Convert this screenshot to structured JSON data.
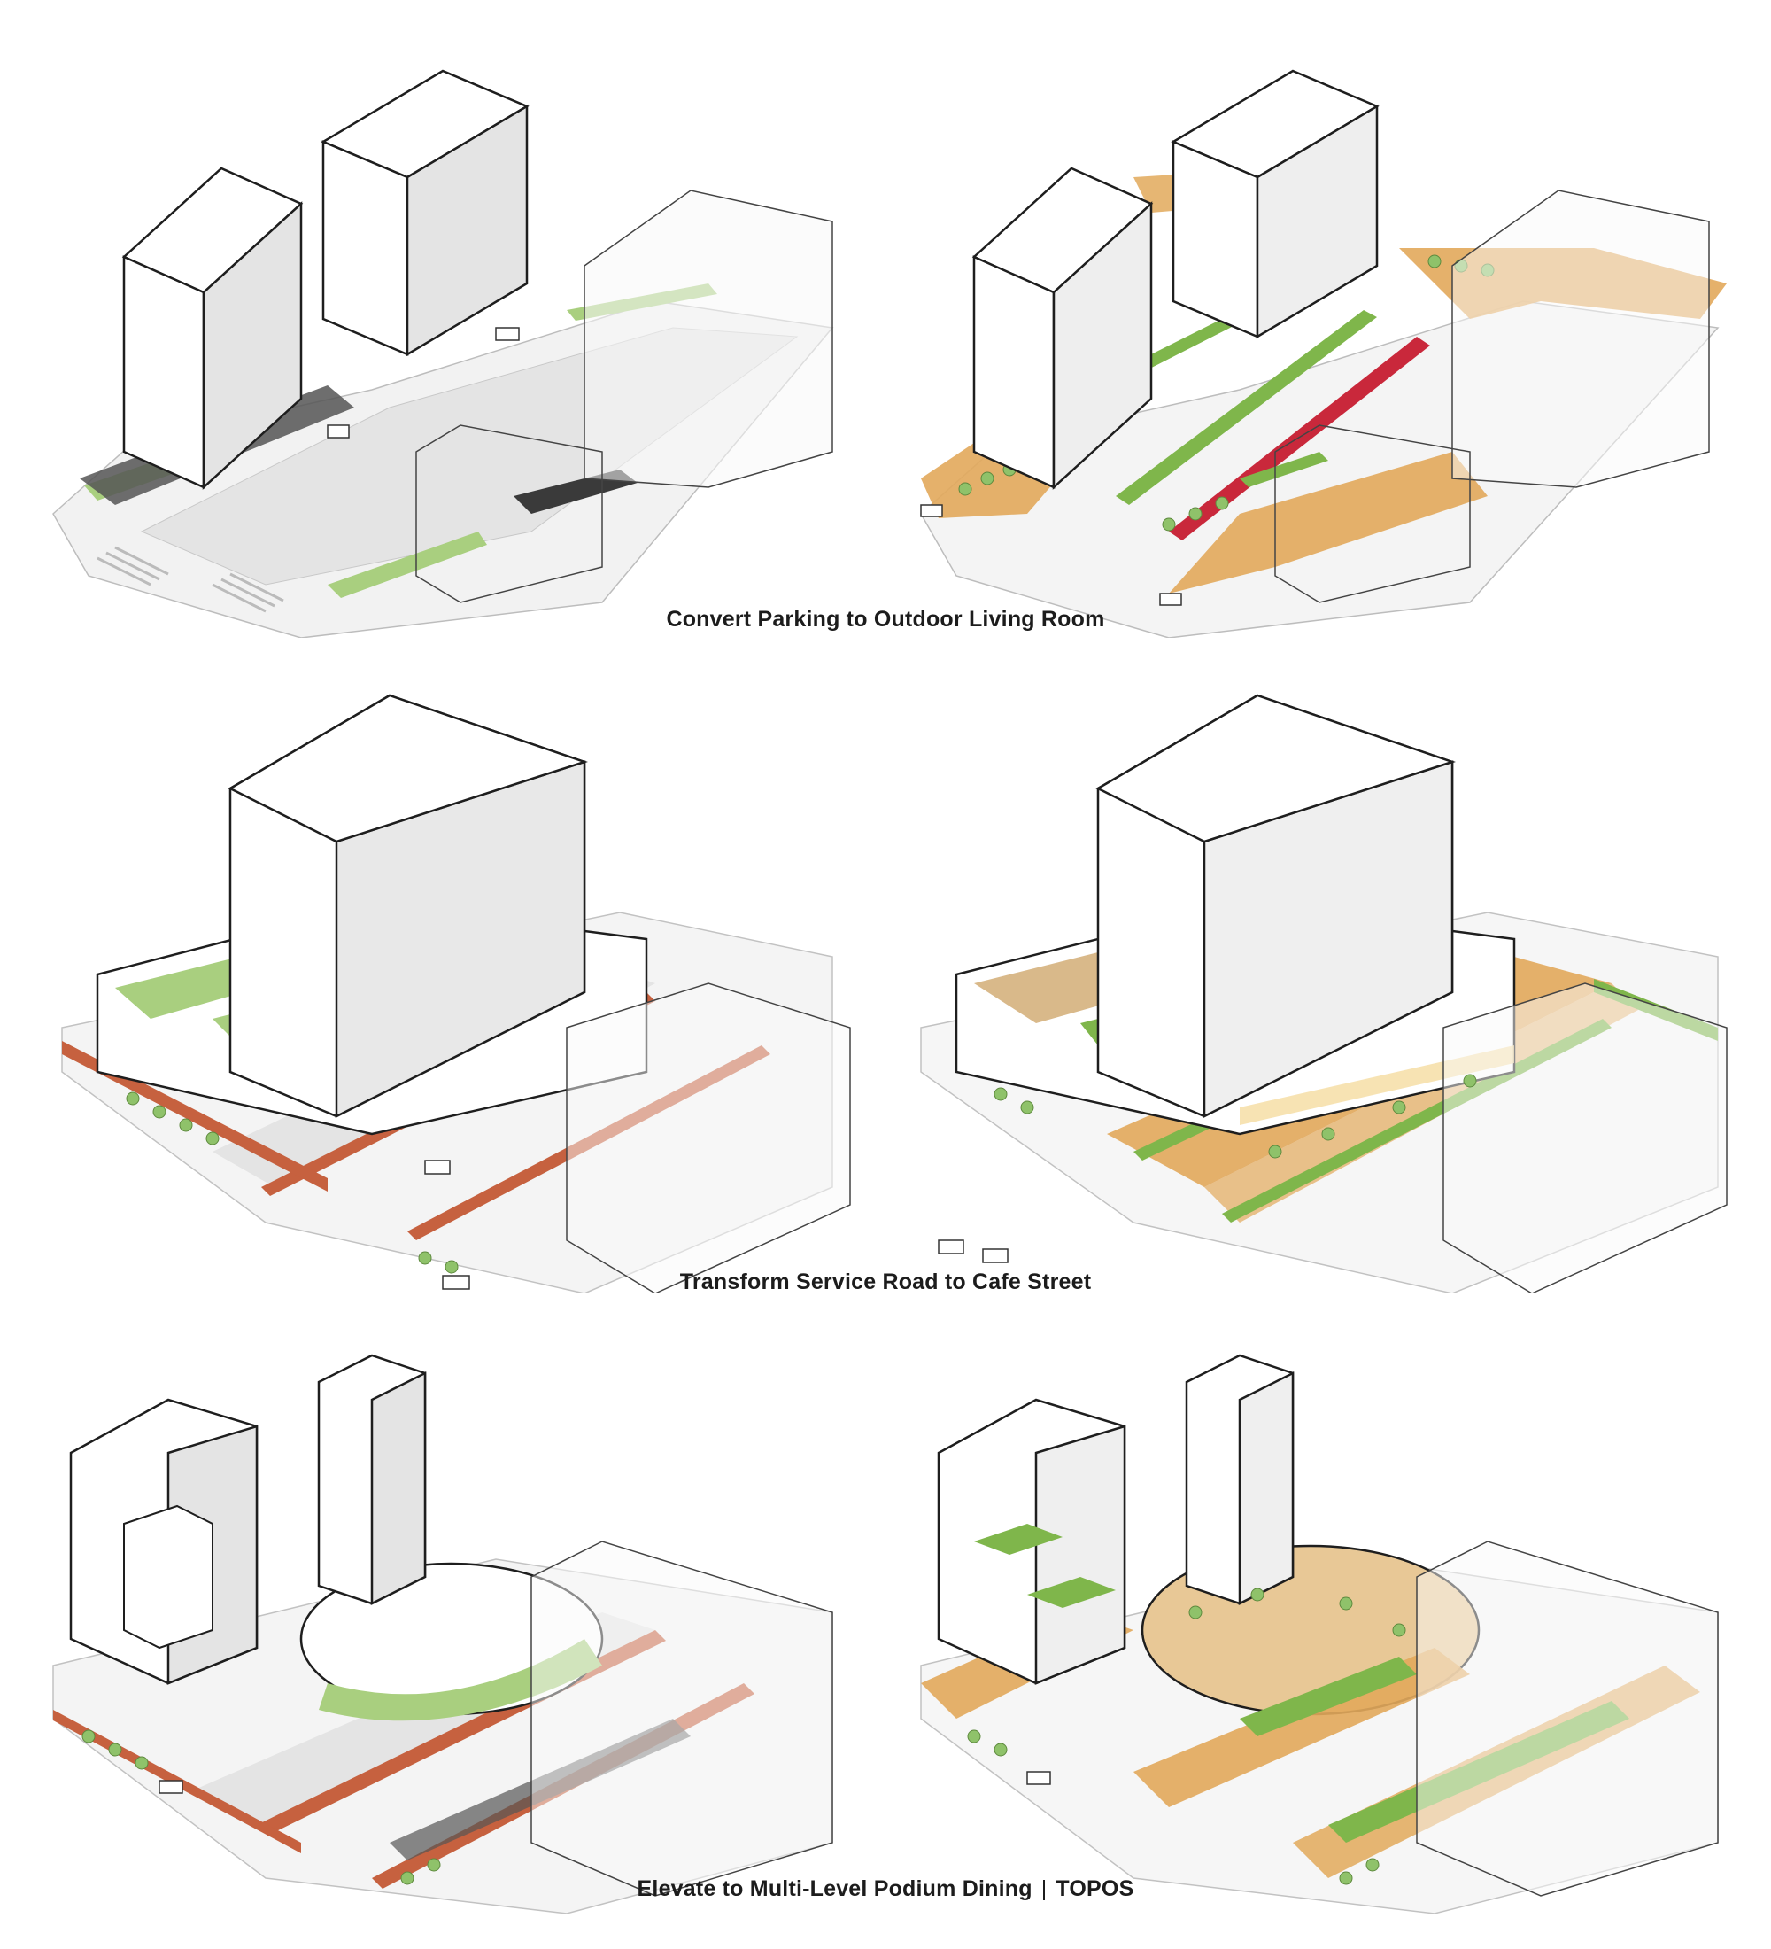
{
  "captions": {
    "row1": "Convert Parking to Outdoor Living Room",
    "row2": "Transform Service Road to Cafe Street",
    "row3_main": "Elevate to Multi-Level Podium Dining",
    "row3_separator": "|",
    "row3_credit": "TOPOS"
  },
  "palette": {
    "existing_road": "#e2e2e2",
    "existing_green": "#a9cf7f",
    "proposed_plaza": "#e2a95b",
    "proposed_green": "#7fb64b",
    "bike_lane": "#c9283b",
    "bike_lane_existing": "#c6613f",
    "building_face_light": "#ffffff",
    "building_face_shade": "#e4e4e4",
    "outline": "#1e1e1e"
  }
}
